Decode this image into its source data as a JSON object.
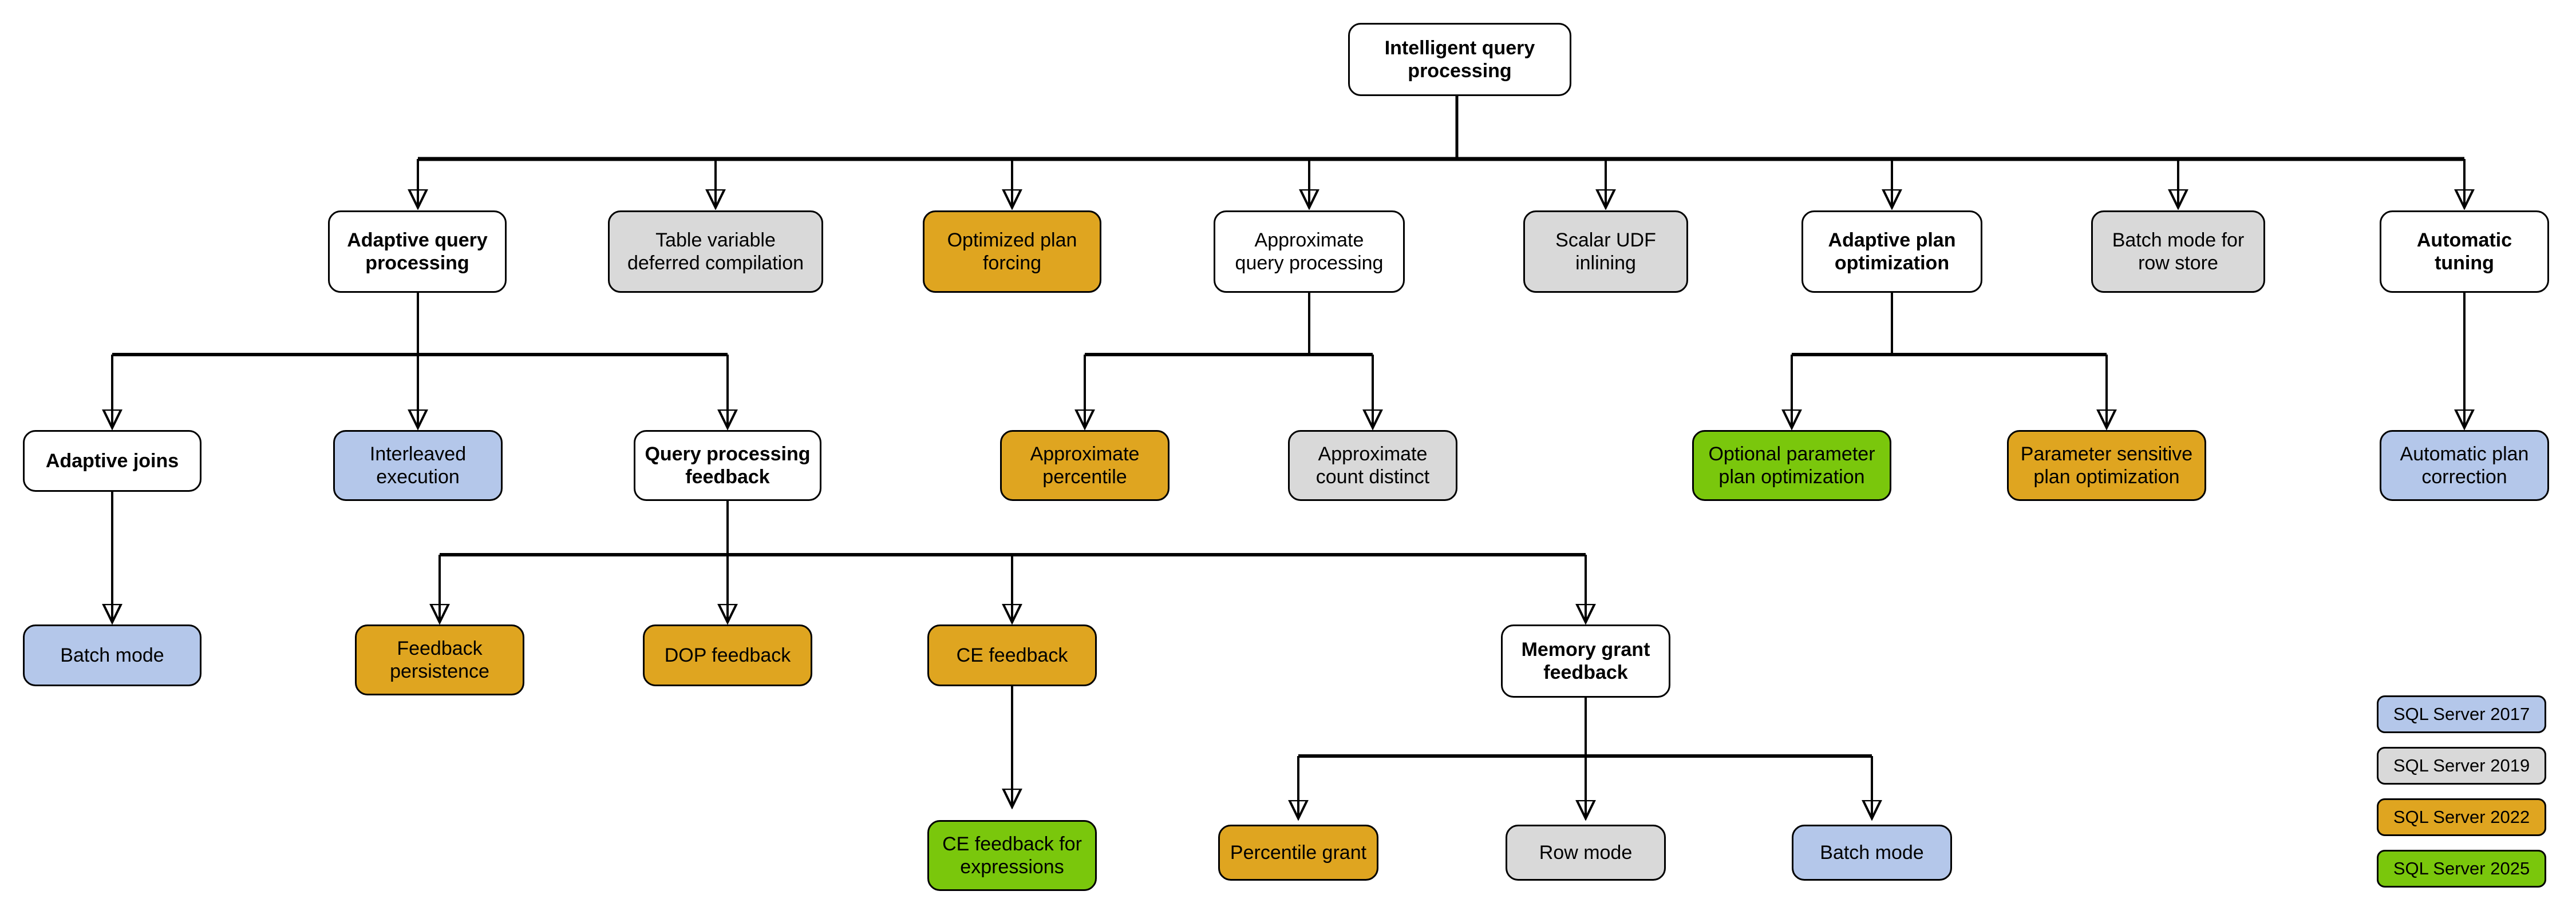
{
  "diagram": {
    "title": "Intelligent query processing",
    "palette": {
      "white": "#ffffff",
      "gray": "#d9d9d9",
      "gold": "#dfa520",
      "blue": "#b4c7ea",
      "green": "#7ac70c",
      "stroke": "#000000"
    },
    "nodes": {
      "root": "Intelligent query\nprocessing",
      "adaptive_query_processing": "Adaptive query\nprocessing",
      "table_variable_deferred_compilation": "Table variable\ndeferred compilation",
      "optimized_plan_forcing": "Optimized plan\nforcing",
      "approximate_query_processing": "Approximate\nquery processing",
      "scalar_udf_inlining": "Scalar UDF\ninlining",
      "adaptive_plan_optimization": "Adaptive plan\noptimization",
      "batch_mode_for_row_store": "Batch mode for\nrow store",
      "automatic_tuning": "Automatic\ntuning",
      "adaptive_joins": "Adaptive joins",
      "interleaved_execution": "Interleaved\nexecution",
      "query_processing_feedback": "Query processing\nfeedback",
      "approximate_percentile": "Approximate\npercentile",
      "approximate_count_distinct": "Approximate\ncount distinct",
      "optional_parameter_plan_optimization": "Optional parameter\nplan optimization",
      "parameter_sensitive_plan_optimization": "Parameter sensitive\nplan optimization",
      "automatic_plan_correction": "Automatic plan\ncorrection",
      "batch_mode_aj": "Batch mode",
      "feedback_persistence": "Feedback\npersistence",
      "dop_feedback": "DOP feedback",
      "ce_feedback": "CE feedback",
      "memory_grant_feedback": "Memory grant\nfeedback",
      "ce_feedback_for_expressions": "CE feedback for\nexpressions",
      "percentile_grant": "Percentile grant",
      "row_mode": "Row mode",
      "batch_mode_mgf": "Batch mode"
    },
    "legend": [
      {
        "label": "SQL Server 2017",
        "color": "#b4c7ea"
      },
      {
        "label": "SQL Server 2019",
        "color": "#d9d9d9"
      },
      {
        "label": "SQL Server 2022",
        "color": "#dfa520"
      },
      {
        "label": "SQL Server 2025",
        "color": "#7ac70c"
      }
    ]
  }
}
